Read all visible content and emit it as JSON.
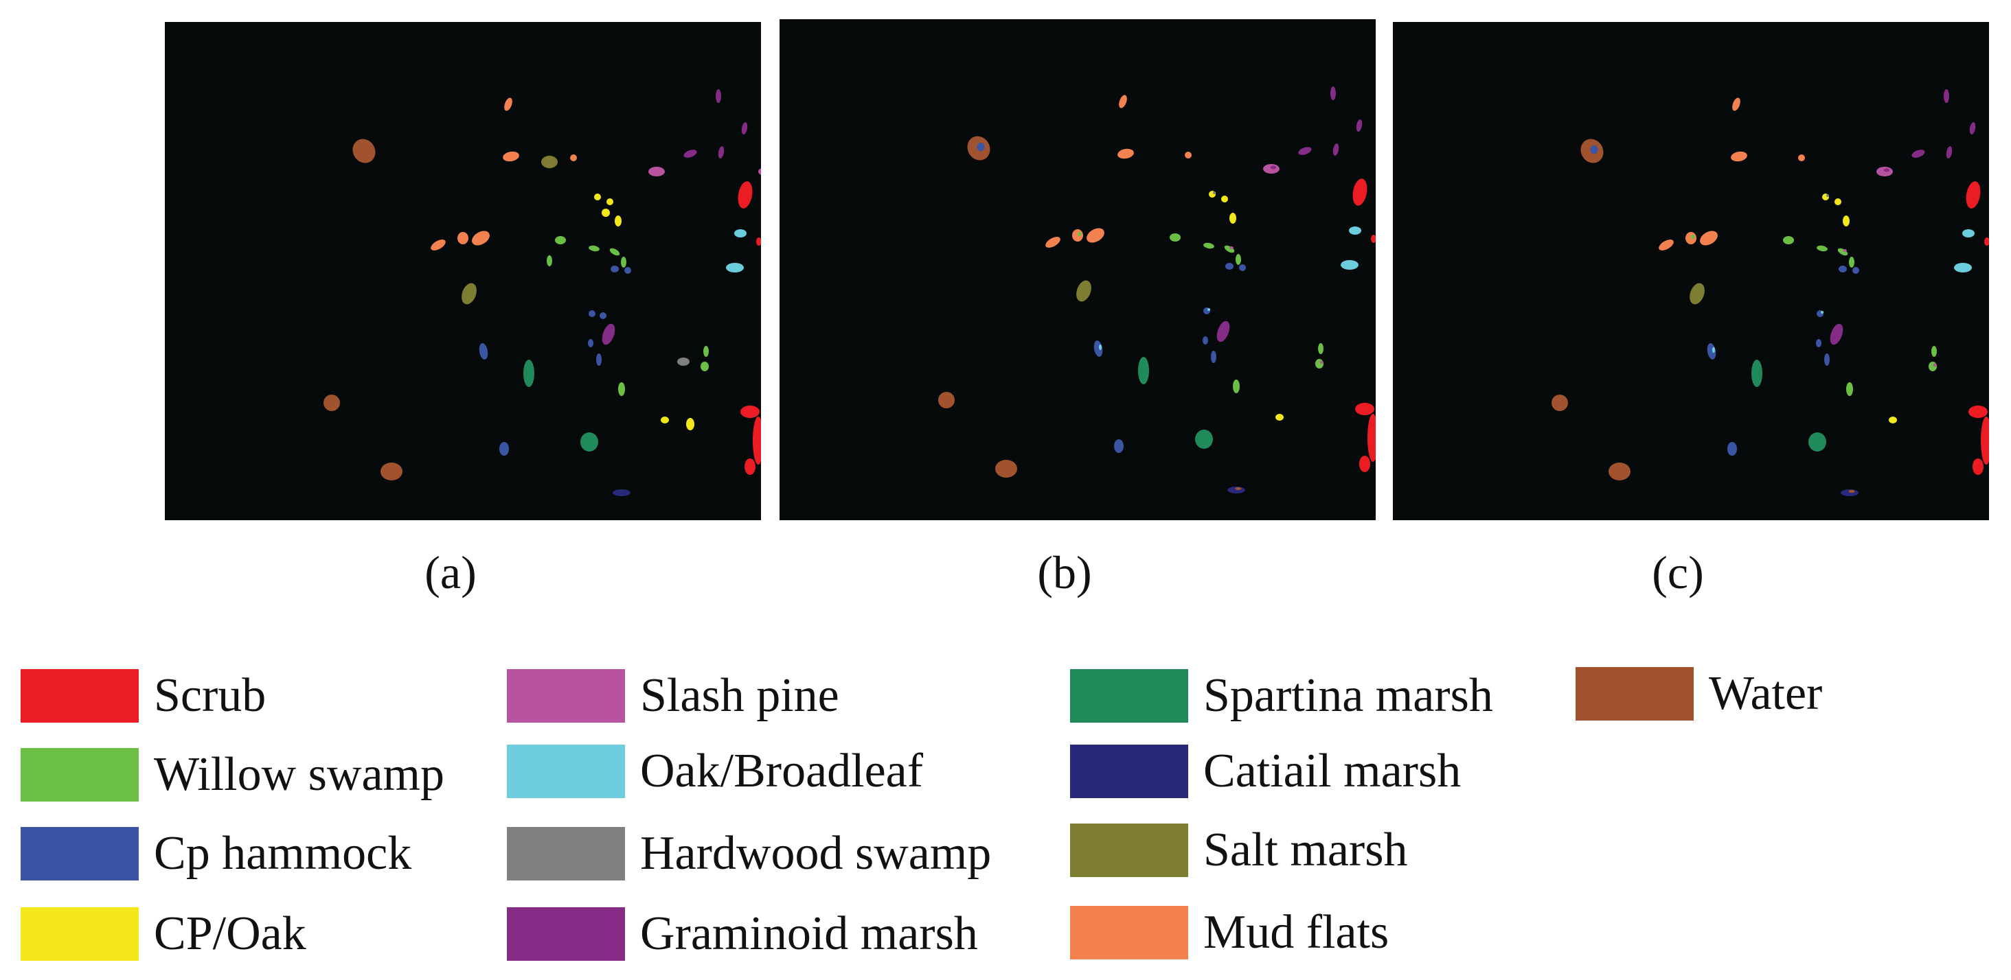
{
  "panels": [
    {
      "id": "a",
      "caption": "(a)"
    },
    {
      "id": "b",
      "caption": "(b)"
    },
    {
      "id": "c",
      "caption": "(c)"
    }
  ],
  "legend": [
    {
      "label": "Scrub",
      "color": "#ec1c24"
    },
    {
      "label": "Willow swamp",
      "color": "#6cbf45"
    },
    {
      "label": "Cp hammock",
      "color": "#3a55a4"
    },
    {
      "label": "CP/Oak",
      "color": "#f4e81a"
    },
    {
      "label": "Slash pine",
      "color": "#b853a0"
    },
    {
      "label": "Oak/Broadleaf",
      "color": "#6ccedc"
    },
    {
      "label": "Hardwood swamp",
      "color": "#808080"
    },
    {
      "label": "Graminoid marsh",
      "color": "#852c87"
    },
    {
      "label": "Spartina marsh",
      "color": "#208b5a"
    },
    {
      "label": "Catiail marsh",
      "color": "#28297a"
    },
    {
      "label": "Salt marsh",
      "color": "#7e7e33"
    },
    {
      "label": "Mud flats",
      "color": "#f38250"
    },
    {
      "label": "Water",
      "color": "#a0532e"
    }
  ]
}
